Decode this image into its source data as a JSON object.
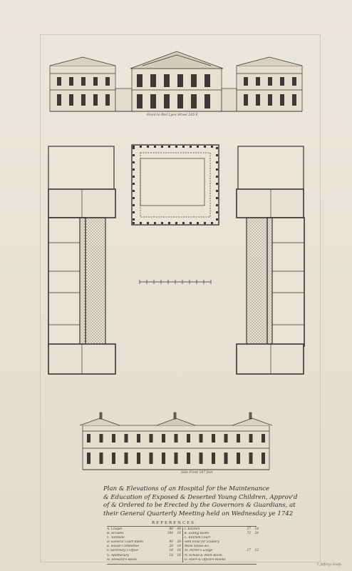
{
  "elevation_top_caption": "Front to Red Lyon Street 245 F.",
  "scale_caption": "",
  "elevation_bottom_caption": "Side Front 187 feet",
  "title_lines": [
    "Plan & Elevations of an Hospital for the Maintenance",
    "& Education of Exposed & Deserted Young Children, Approv'd",
    "of & Ordered to be Erected by the Governors & Guardians, at",
    "their General Quarterly Meeting held on Wednesday ye 1742"
  ],
  "references_title": "REFERENCES.",
  "references_left": [
    {
      "label": "A. Chapel",
      "n1": "86",
      "n2": "48"
    },
    {
      "label": "B. Arcades",
      "n1": "184",
      "n2": "16"
    },
    {
      "label": "C. Yardside",
      "n1": "",
      "n2": ""
    },
    {
      "label": "D. General Court Room",
      "n1": "40",
      "n2": "28"
    },
    {
      "label": "E. House Committee",
      "n1": "20",
      "n2": "14"
    },
    {
      "label": "F. Secretary's Office",
      "n1": "18",
      "n2": "16"
    },
    {
      "label": "G. Apothecary",
      "n1": "18",
      "n2": "16"
    },
    {
      "label": "H. Steward's Room",
      "n1": "",
      "n2": ""
    }
  ],
  "references_right": [
    {
      "label": "I. Kitchen",
      "n1": "27",
      "n2": "18"
    },
    {
      "label": "K. Eating Room",
      "n1": "72",
      "n2": "24"
    },
    {
      "label": "L. Kitchen Court",
      "n1": "",
      "n2": ""
    },
    {
      "label": "with Scull for Scullery",
      "n1": "",
      "n2": ""
    },
    {
      "label": "Wash House &c.",
      "n1": "",
      "n2": ""
    },
    {
      "label": "M. Porter's Lodge",
      "n1": "17",
      "n2": "12"
    },
    {
      "label": "N. School & Work Room",
      "n1": "",
      "n2": ""
    },
    {
      "label": "O. Store & Officers Rooms",
      "n1": "",
      "n2": ""
    }
  ],
  "engraver_credit": "T. Jefferys Sculp.",
  "colors": {
    "paper": "#e8e2d6",
    "ink": "#3a3530",
    "hatch": "#6b6358"
  }
}
